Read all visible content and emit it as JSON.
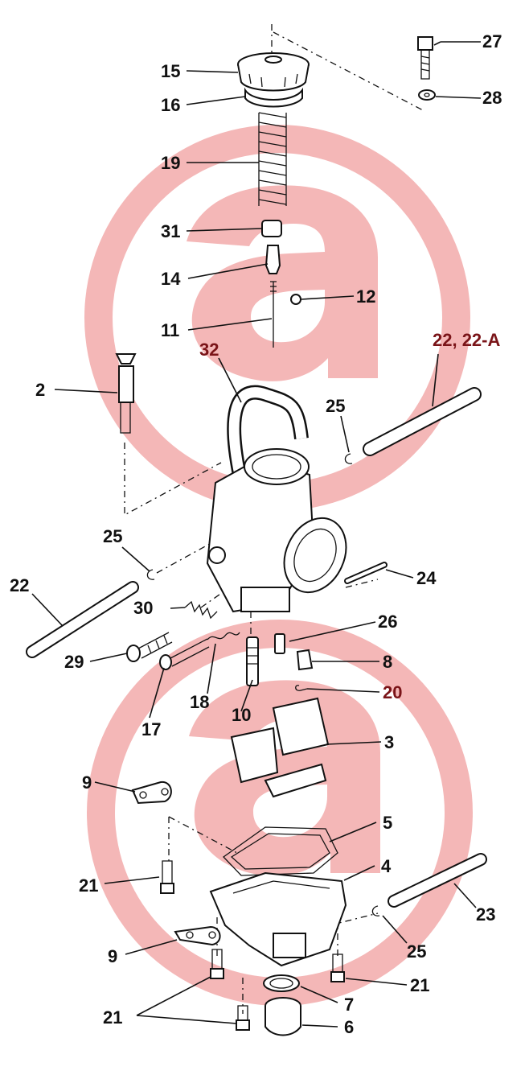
{
  "watermark_color": "#f4b7b7",
  "part_labels": {
    "p27": "27",
    "p28": "28",
    "p15": "15",
    "p16": "16",
    "p19": "19",
    "p31": "31",
    "p14": "14",
    "p12": "12",
    "p11": "11",
    "p32": "32",
    "p22A": "22, 22-A",
    "p2": "2",
    "p25a": "25",
    "p25b": "25",
    "p22": "22",
    "p30": "30",
    "p24": "24",
    "p26": "26",
    "p29": "29",
    "p8": "8",
    "p18": "18",
    "p10": "10",
    "p20": "20",
    "p17": "17",
    "p3": "3",
    "p9a": "9",
    "p5": "5",
    "p21a": "21",
    "p4": "4",
    "p23": "23",
    "p9b": "9",
    "p25c": "25",
    "p21b": "21",
    "p7": "7",
    "p21c": "21",
    "p6": "6"
  }
}
